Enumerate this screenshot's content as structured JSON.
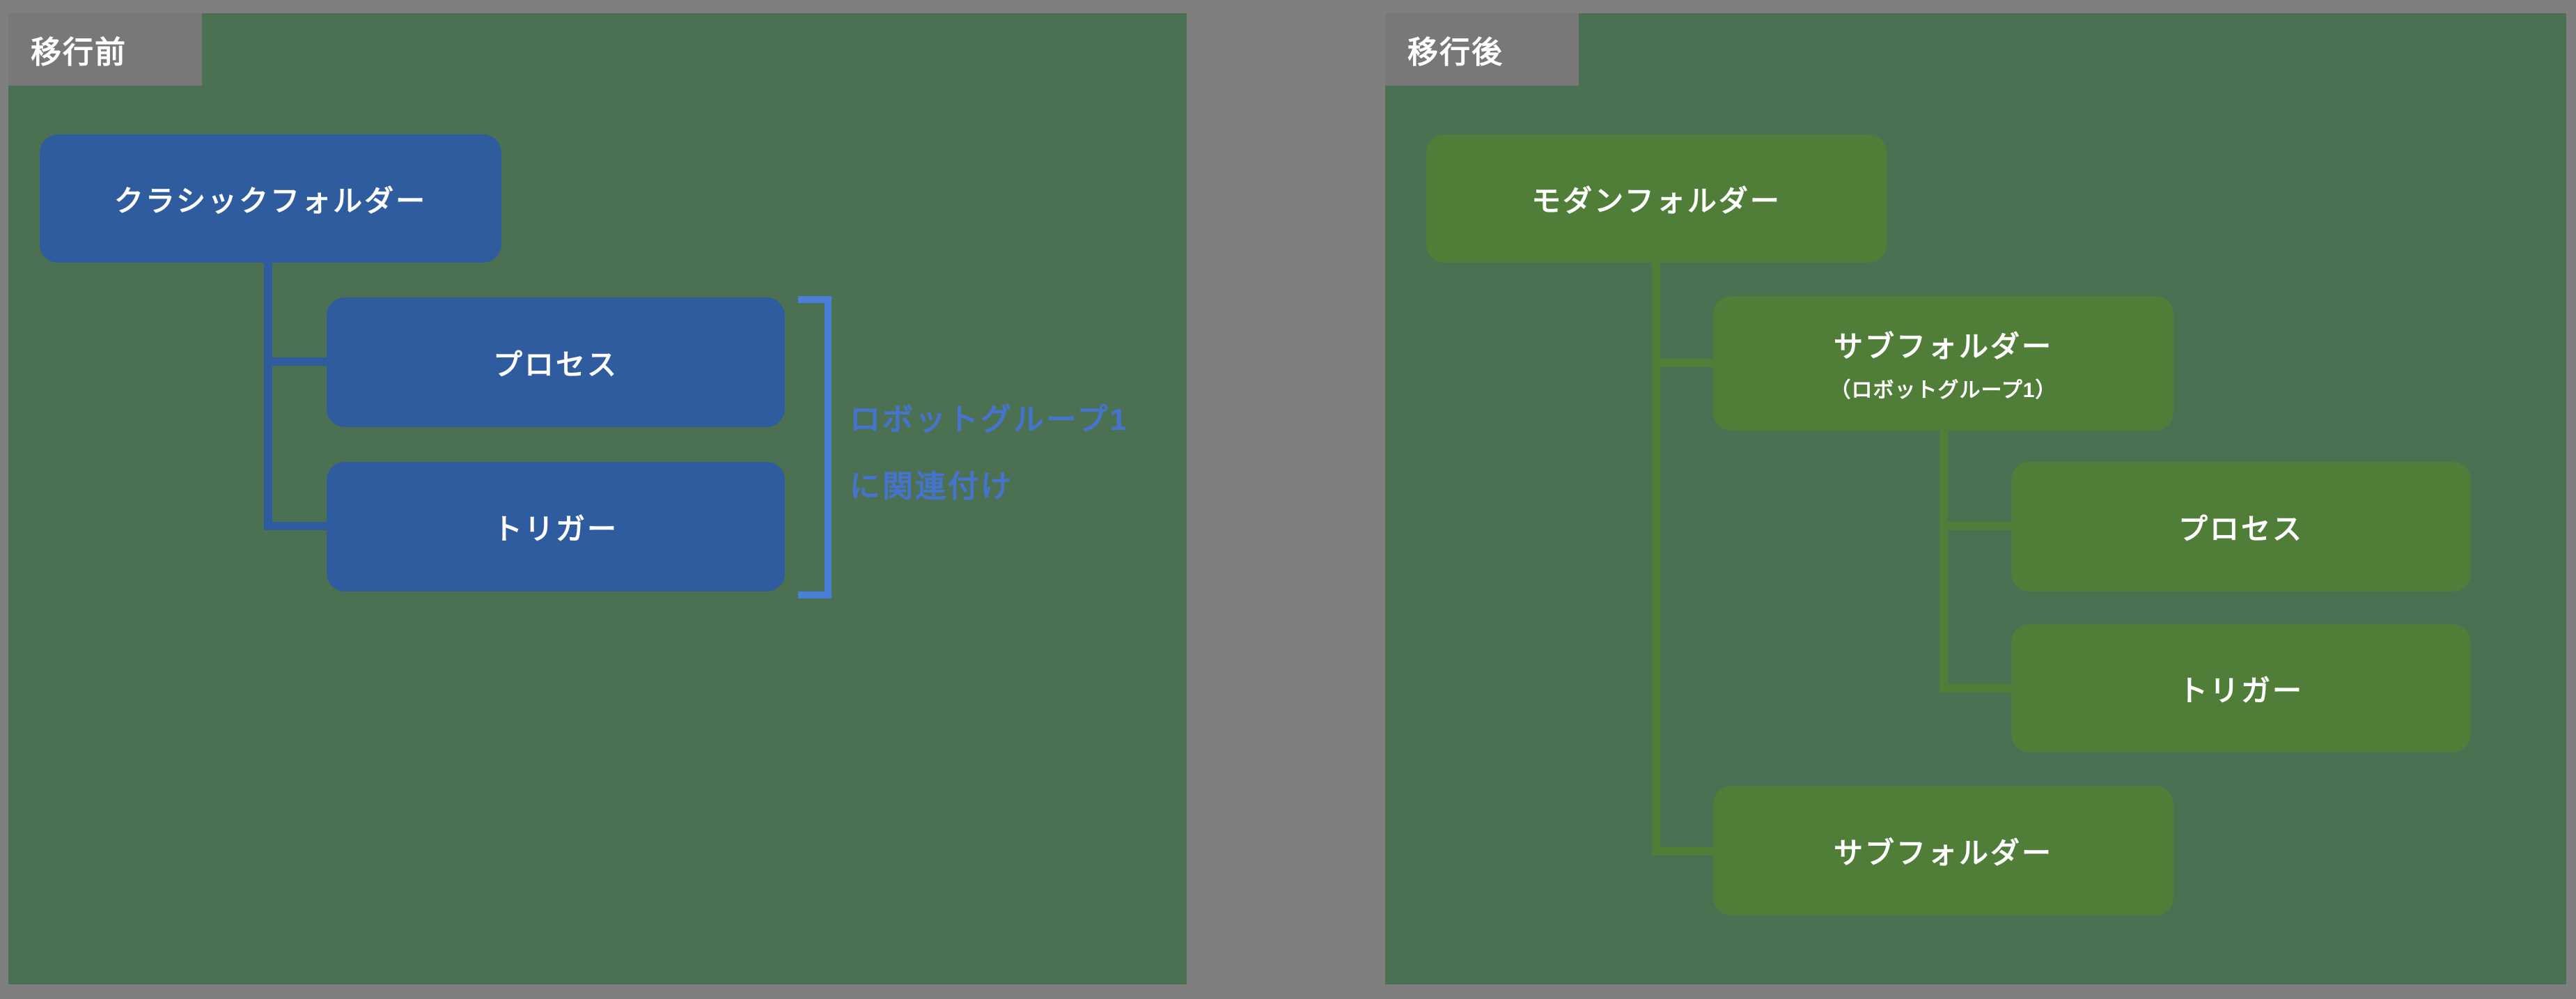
{
  "colors": {
    "outer_background": "#7F7F7F",
    "panel_background": "#4C7152",
    "tab_background": "#787878",
    "tab_text": "#FFFFFF",
    "blue_box": "#2E5C9E",
    "blue_connector": "#2E5C9E",
    "green_box": "#507E38",
    "green_connector": "#507E38",
    "bracket": "#4A7FD9",
    "annotation_text": "#4573CE",
    "box_text": "#FFFFFF"
  },
  "before": {
    "tab_label": "移行前",
    "root_label": "クラシックフォルダー",
    "children": [
      "プロセス",
      "トリガー"
    ],
    "annotation": {
      "line1": "ロボットグループ1",
      "line2": "に関連付け"
    }
  },
  "after": {
    "tab_label": "移行後",
    "root_label": "モダンフォルダー",
    "subfolder1": {
      "line1": "サブフォルダー",
      "line2": "（ロボットグループ1）"
    },
    "subfolder1_children": [
      "プロセス",
      "トリガー"
    ],
    "subfolder2_label": "サブフォルダー"
  }
}
